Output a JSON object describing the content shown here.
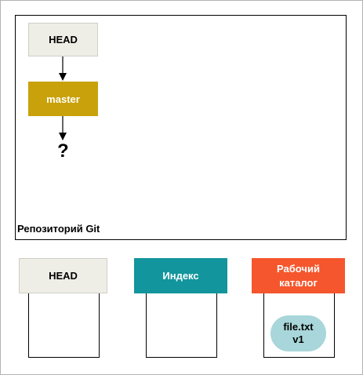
{
  "repository": {
    "label": "Репозиторий Git",
    "head_label": "HEAD",
    "branch_label": "master",
    "unknown_label": "?"
  },
  "columns": {
    "head": {
      "label": "HEAD"
    },
    "index": {
      "label": "Индекс"
    },
    "working_dir": {
      "label_line1": "Рабочий",
      "label_line2": "каталог"
    }
  },
  "file": {
    "name": "file.txt",
    "version": "v1"
  },
  "colors": {
    "head_fill": "#efeee6",
    "branch_fill": "#c9a10a",
    "index_fill": "#12959c",
    "working_dir_fill": "#f5562d",
    "file_fill": "#a8d6da"
  }
}
